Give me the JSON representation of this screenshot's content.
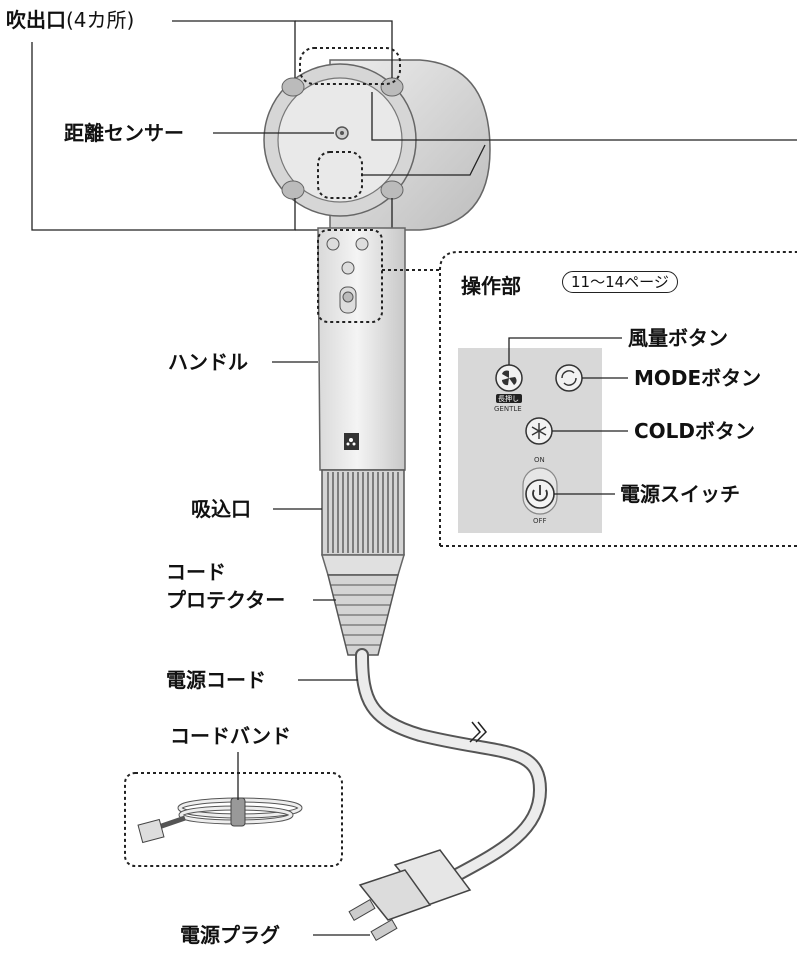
{
  "labels": {
    "outlet": "吹出口",
    "outlet_count": "(4カ所)",
    "distance_sensor": "距離センサー",
    "handle": "ハンドル",
    "intake": "吸込口",
    "cord_protector_1": "コード",
    "cord_protector_2": "プロテクター",
    "power_cord": "電源コード",
    "cord_band": "コードバンド",
    "power_plug": "電源プラグ"
  },
  "control_panel": {
    "title": "操作部",
    "page_ref": "11〜14ページ",
    "buttons": {
      "fan": "風量ボタン",
      "mode": "MODEボタン",
      "cold": "COLDボタン",
      "power": "電源スイッチ"
    },
    "long_press": "長押し",
    "gentle": "GENTLE",
    "on": "ON",
    "off": "OFF"
  }
}
